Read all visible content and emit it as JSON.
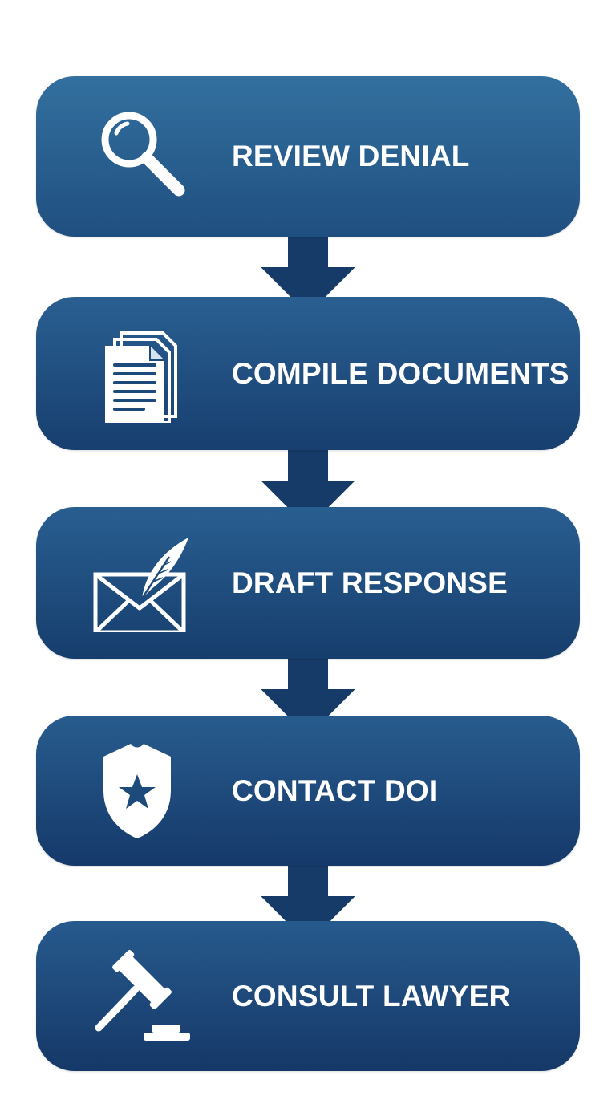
{
  "colors": {
    "background": "#ffffff",
    "box_gradient_top": "#33709f",
    "box_gradient_bottom": "#153868",
    "arrow": "#163b69",
    "text": "#ffffff"
  },
  "steps": [
    {
      "label": "REVIEW DENIAL",
      "icon": "magnifying-glass-icon"
    },
    {
      "label": "COMPILE DOCUMENTS",
      "icon": "documents-icon"
    },
    {
      "label": "DRAFT RESPONSE",
      "icon": "envelope-quill-icon"
    },
    {
      "label": "CONTACT DOI",
      "icon": "shield-star-icon"
    },
    {
      "label": "CONSULT LAWYER",
      "icon": "gavel-icon"
    }
  ]
}
